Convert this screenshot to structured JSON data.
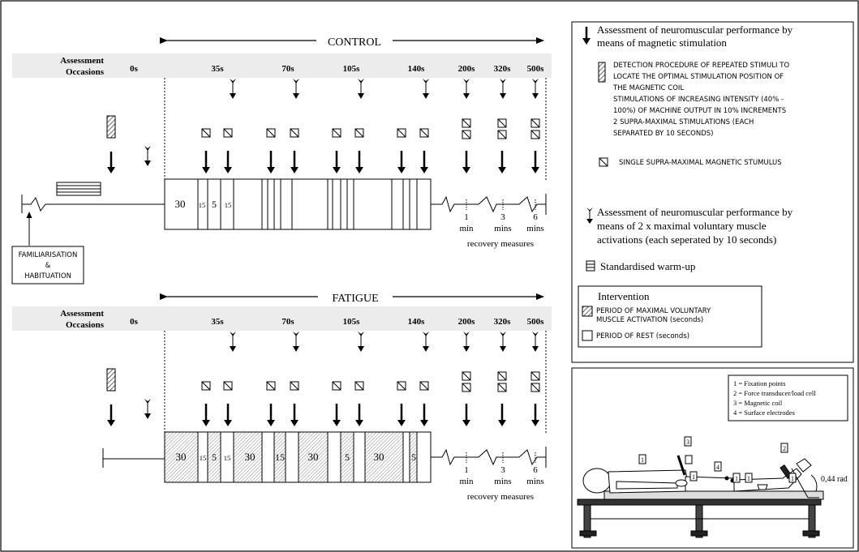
{
  "control": {
    "title": "CONTROL",
    "assessment_label": [
      "Assessment",
      "Occasions"
    ],
    "occasions": [
      "0s",
      "35s",
      "70s",
      "105s",
      "140s",
      "200s",
      "320s",
      "500s"
    ],
    "blocks": [
      "30",
      "15",
      "5",
      "15"
    ],
    "recovery": [
      [
        "1",
        "min"
      ],
      [
        "3",
        "mins"
      ],
      [
        "6",
        "mins"
      ]
    ],
    "recovery_label": "recovery measures"
  },
  "fatigue": {
    "title": "FATIGUE",
    "assessment_label": [
      "Assessment",
      "Occasions"
    ],
    "occasions": [
      "0s",
      "35s",
      "70s",
      "105s",
      "140s",
      "200s",
      "320s",
      "500s"
    ],
    "blocks": [
      "30",
      "15",
      "5",
      "15",
      "30",
      "15",
      "30",
      "5",
      "30",
      "5"
    ],
    "recovery": [
      [
        "1",
        "min"
      ],
      [
        "3",
        "mins"
      ],
      [
        "6",
        "mins"
      ]
    ],
    "recovery_label": "recovery measures"
  },
  "familiarisation": [
    "FAMILIARISATION",
    "&",
    "HABITUATION"
  ],
  "legend": {
    "magnetic_title": [
      "Assessment of neuromuscular performance by",
      "means of magnetic stimulation"
    ],
    "detection": [
      "DETECTION PROCEDURE OF REPEATED STIMULI TO",
      "LOCATE THE OPTIMAL STIMULATION POSITION OF",
      "THE MAGNETIC COIL",
      "STIMULATIONS OF INCREASING INTENSITY (40% -",
      "100%) OF MACHINE OUTPUT IN 10% INCREMENTS",
      "2 SUPRA-MAXIMAL STIMULATIONS (EACH",
      "SEPARATED BY 10 SECONDS)"
    ],
    "single": "SINGLE SUPRA-MAXIMAL MAGNETIC STUMULUS",
    "mvc_title": [
      "Assessment of neuromuscular performance by",
      "means of 2 x maximal voluntary muscle",
      "activations (each seperated by 10 seconds)"
    ],
    "warmup": "Standardised warm-up",
    "intervention_title": "Intervention",
    "mvc_period": [
      "PERIOD OF MAXIMAL VOLUNTARY",
      "MUSCLE ACTIVATION (seconds)"
    ],
    "rest_period": "PERIOD OF REST (seconds)"
  },
  "setup": {
    "key": [
      "1 = Fixation points",
      "2 = Force transducer/load cell",
      "3 = Magnetic coil",
      "4 = Surface electrodes"
    ],
    "markers": [
      "1",
      "1",
      "1",
      "1",
      "3",
      "4",
      "2",
      "1"
    ],
    "angle": "0,44 rad"
  }
}
